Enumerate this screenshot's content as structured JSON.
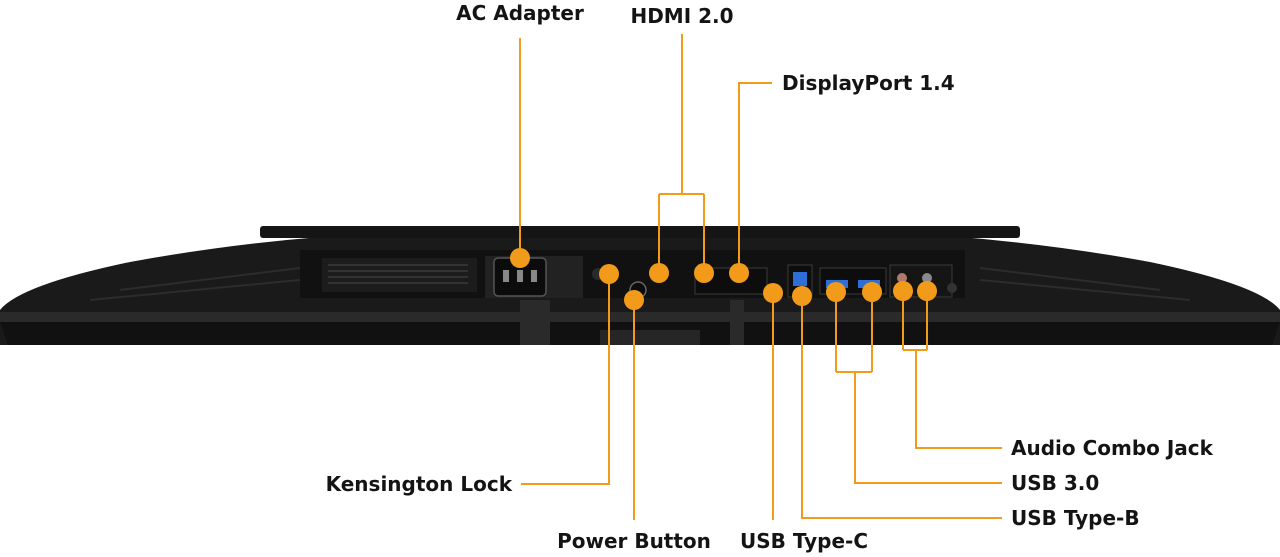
{
  "accent_color": "#f29b1b",
  "monitor_color": "#1e1e1e",
  "labels": {
    "ac_adapter": "AC Adapter",
    "hdmi": "HDMI 2.0",
    "displayport": "DisplayPort 1.4",
    "kensington": "Kensington Lock",
    "power_button": "Power Button",
    "usb_type_c": "USB Type-C",
    "audio": "Audio Combo Jack",
    "usb30": "USB 3.0",
    "usb_type_b": "USB Type-B"
  }
}
